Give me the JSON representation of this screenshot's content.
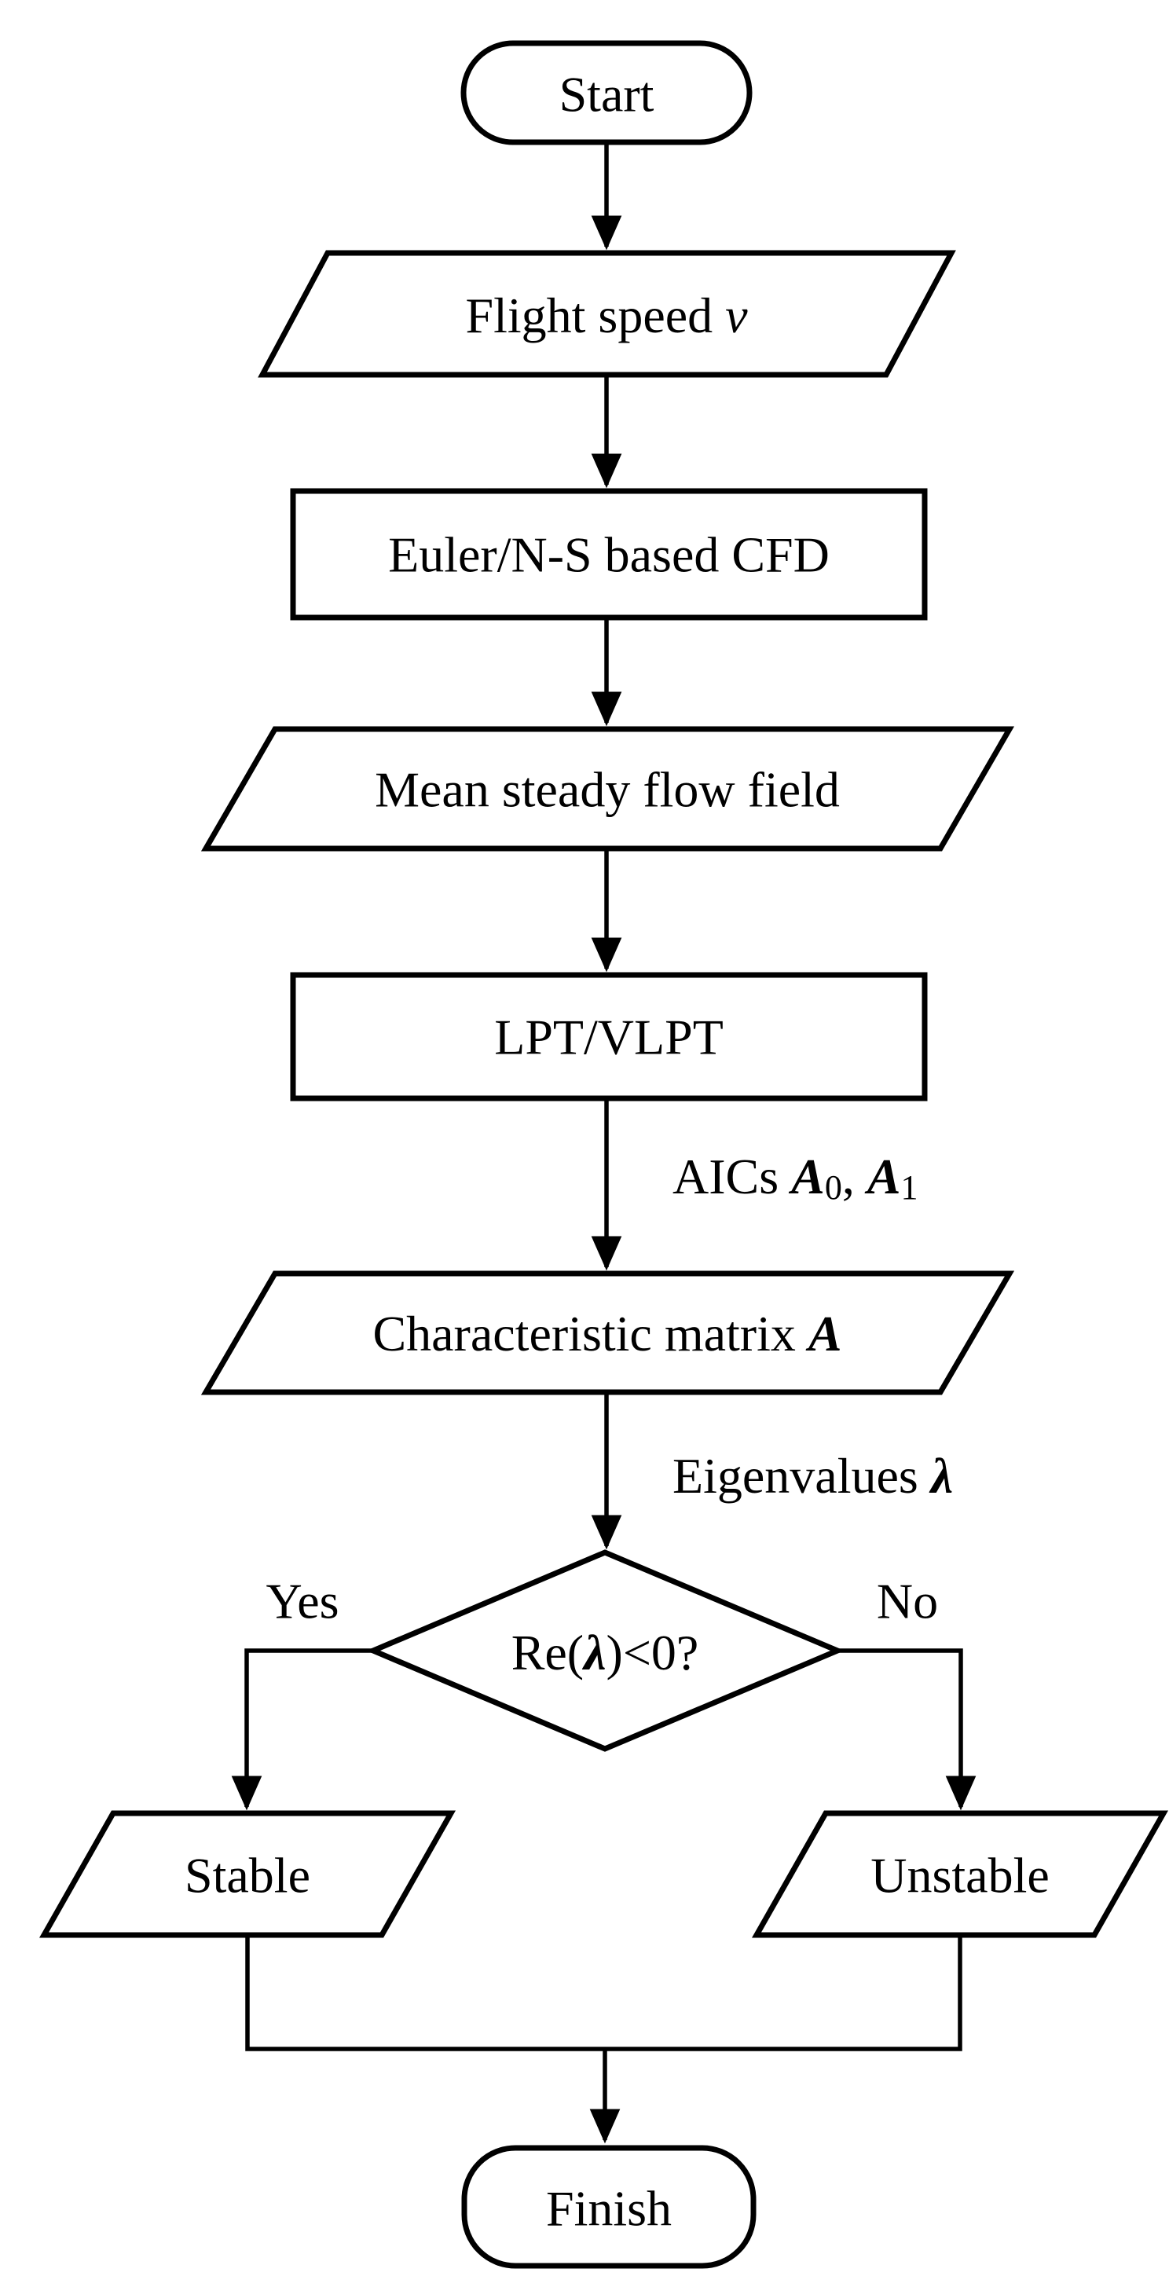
{
  "diagram": {
    "type": "flowchart",
    "background_color": "#ffffff",
    "stroke_color": "#000000",
    "fill_color": "#ffffff",
    "nodes": {
      "start": {
        "shape": "terminator",
        "label": "Start"
      },
      "flight_speed": {
        "shape": "parallelogram",
        "label_text": "Flight speed ",
        "label_var": "v"
      },
      "cfd": {
        "shape": "rectangle",
        "label": "Euler/N-S based CFD"
      },
      "mean_flow": {
        "shape": "parallelogram",
        "label": "Mean steady flow field"
      },
      "lpt": {
        "shape": "rectangle",
        "label": "LPT/VLPT"
      },
      "char_matrix": {
        "shape": "parallelogram",
        "label_text": "Characteristic matrix ",
        "label_var": "A"
      },
      "decision": {
        "shape": "diamond",
        "label_pre": "Re(",
        "label_var": "λ",
        "label_post": ")<0?"
      },
      "stable": {
        "shape": "parallelogram",
        "label": "Stable"
      },
      "unstable": {
        "shape": "parallelogram",
        "label": "Unstable"
      },
      "finish": {
        "shape": "terminator",
        "label": "Finish"
      }
    },
    "edge_labels": {
      "aics": {
        "prefix": "AICs ",
        "var1": "A",
        "sub1": "0",
        "sep": ", ",
        "var2": "A",
        "sub2": "1"
      },
      "eigenvalues": {
        "prefix": "Eigenvalues ",
        "var": "λ"
      },
      "yes": "Yes",
      "no": "No"
    }
  }
}
